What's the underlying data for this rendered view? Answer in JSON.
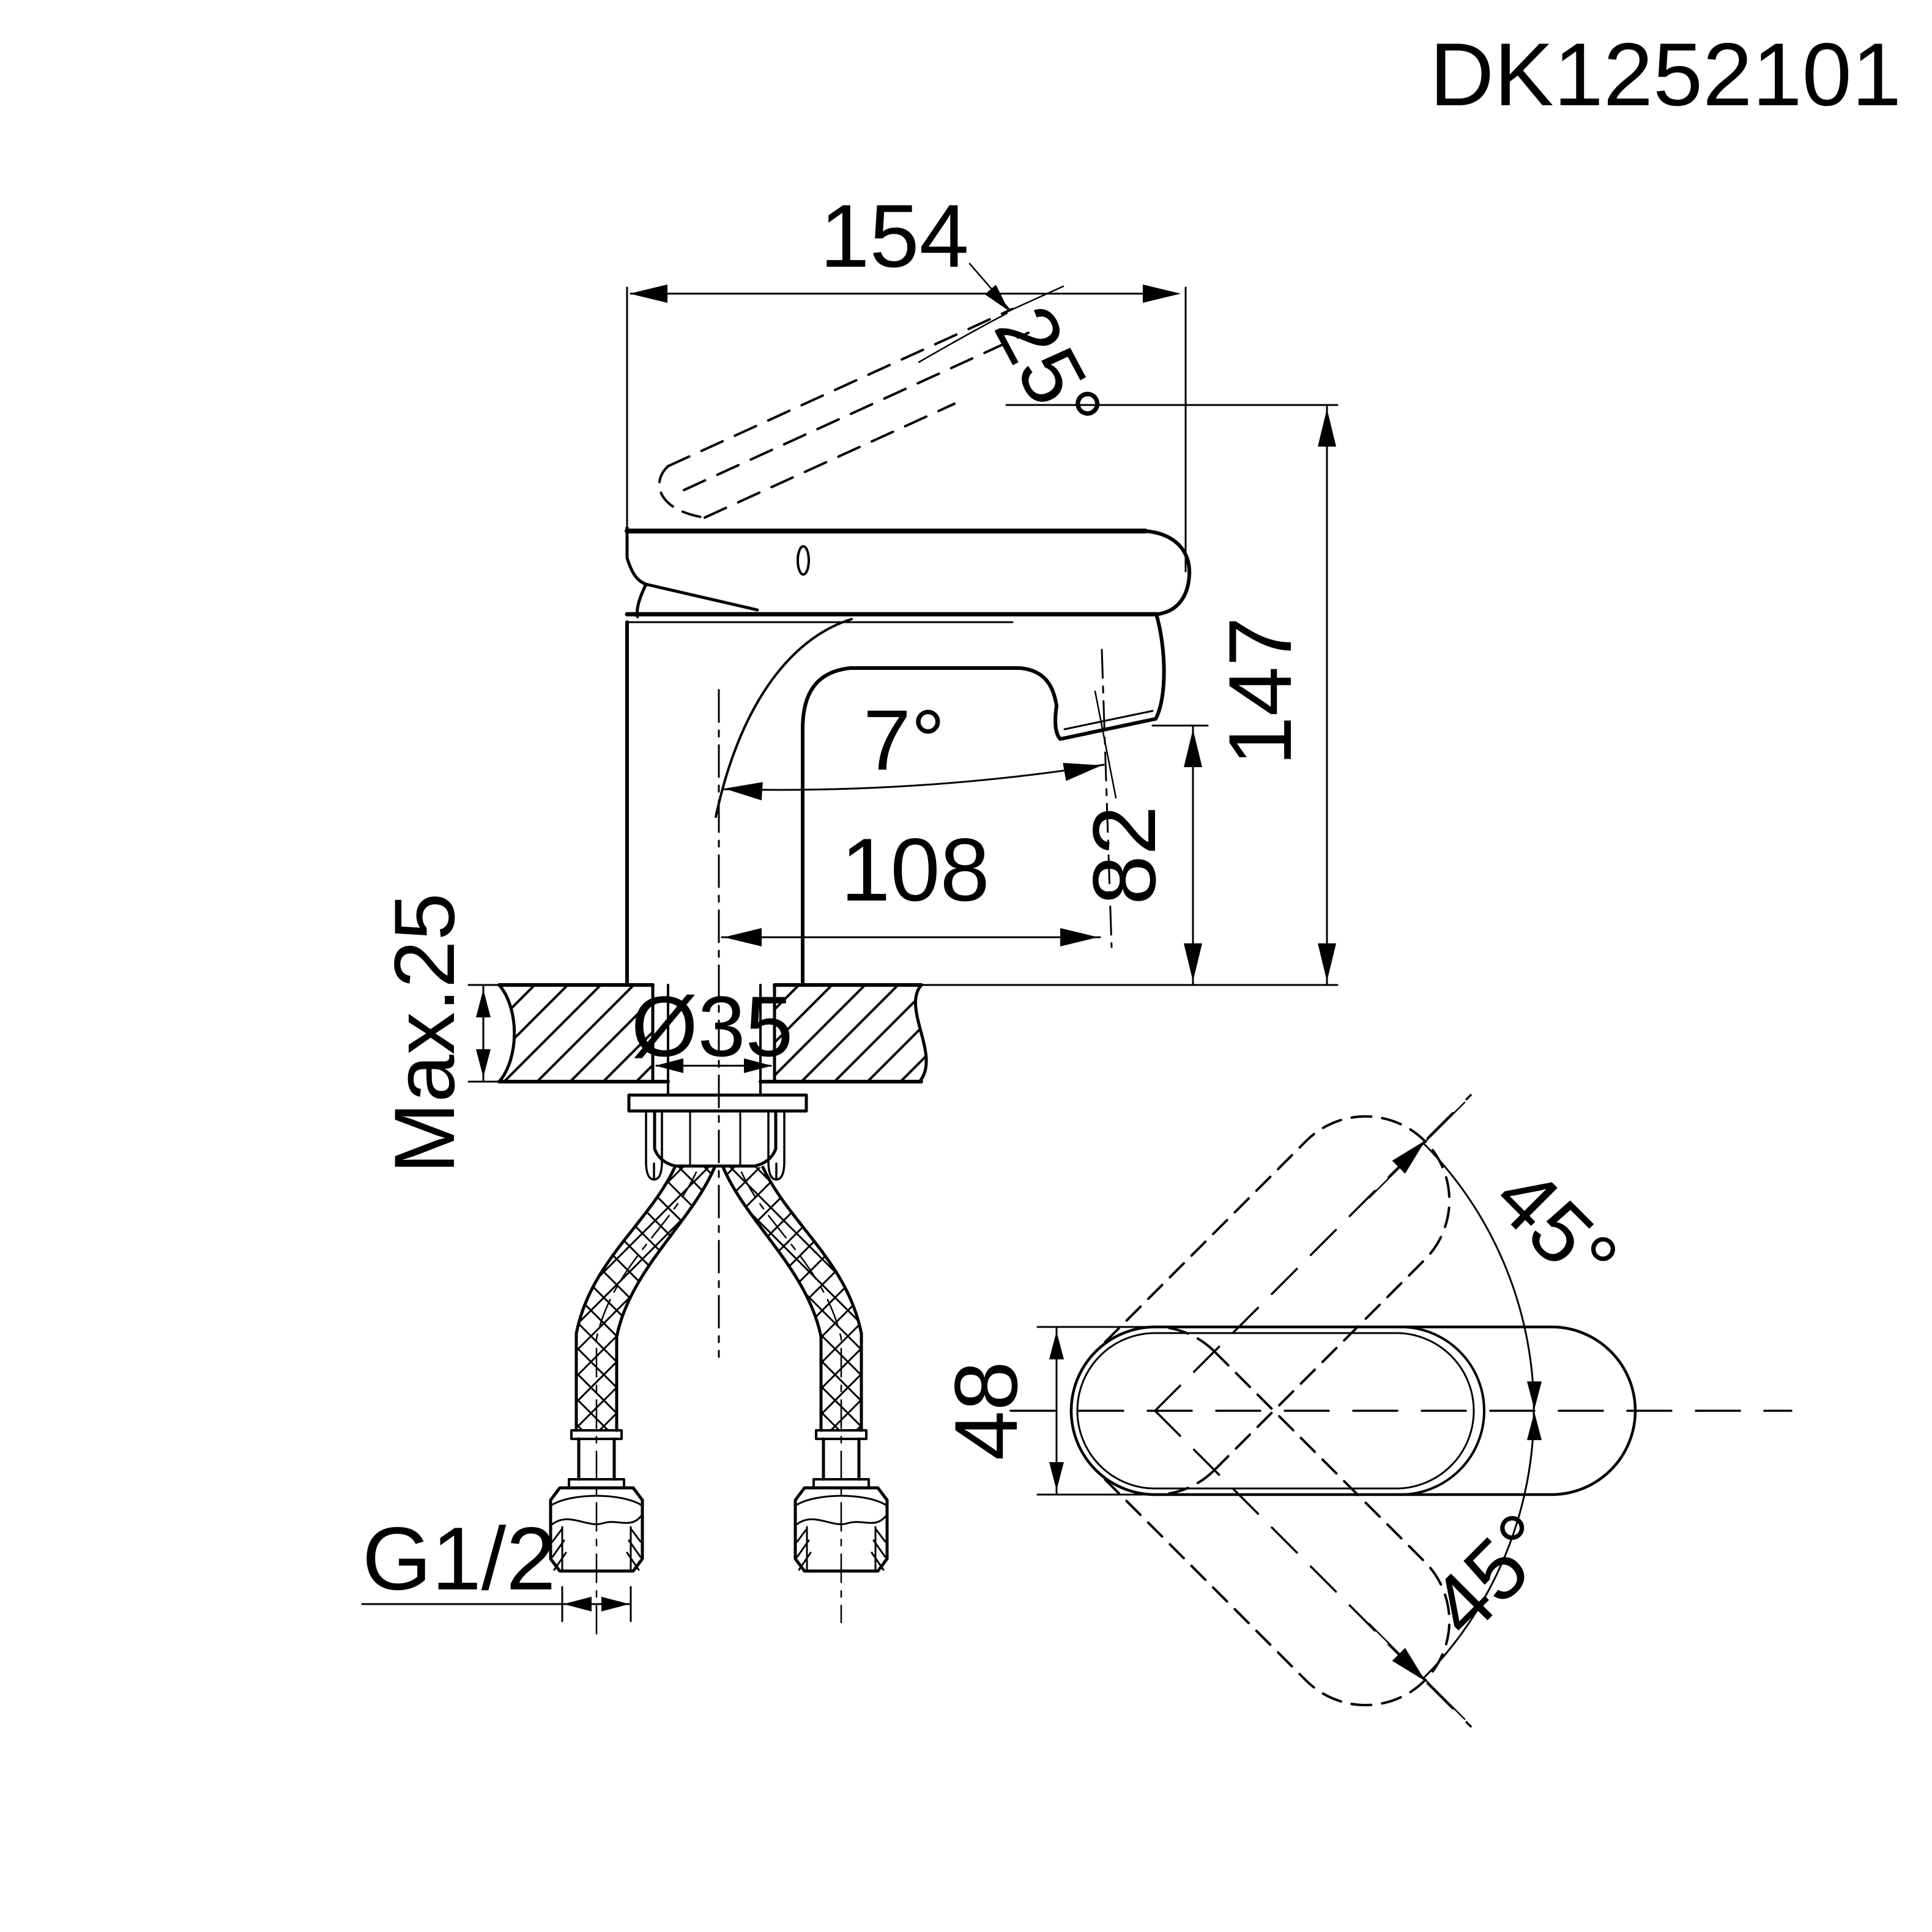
{
  "title": "DK1252101",
  "colors": {
    "ink": "#000000",
    "paper": "#ffffff"
  },
  "front_view": {
    "width_overall": "154",
    "handle_open_angle": "25°",
    "height_overall": "147",
    "spout_outlet_height": "82",
    "spout_tilt_angle": "7°",
    "spout_reach": "108",
    "deck_thickness_max": "Max.25",
    "mounting_hole_diameter": "Ø35",
    "supply_thread": "G1/2"
  },
  "top_view": {
    "handle_width": "48",
    "swing_upper": "45°",
    "swing_lower": "45°"
  }
}
